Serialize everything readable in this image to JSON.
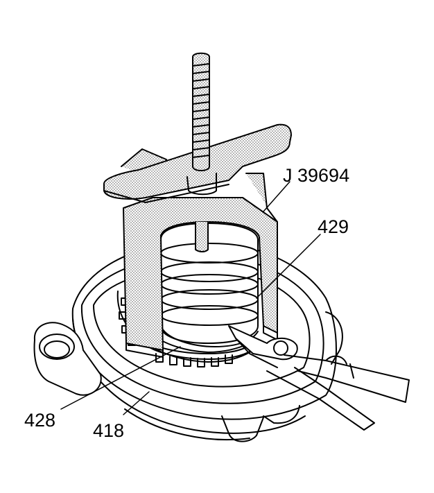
{
  "illustration": {
    "description_icon": "service-tool-diagram-icon",
    "callouts": {
      "tool": "J 39694",
      "part_429": "429",
      "part_428": "428",
      "part_418": "418"
    },
    "colors": {
      "line": "#000000",
      "stipple": "#bdbdbd",
      "background": "#ffffff"
    }
  }
}
